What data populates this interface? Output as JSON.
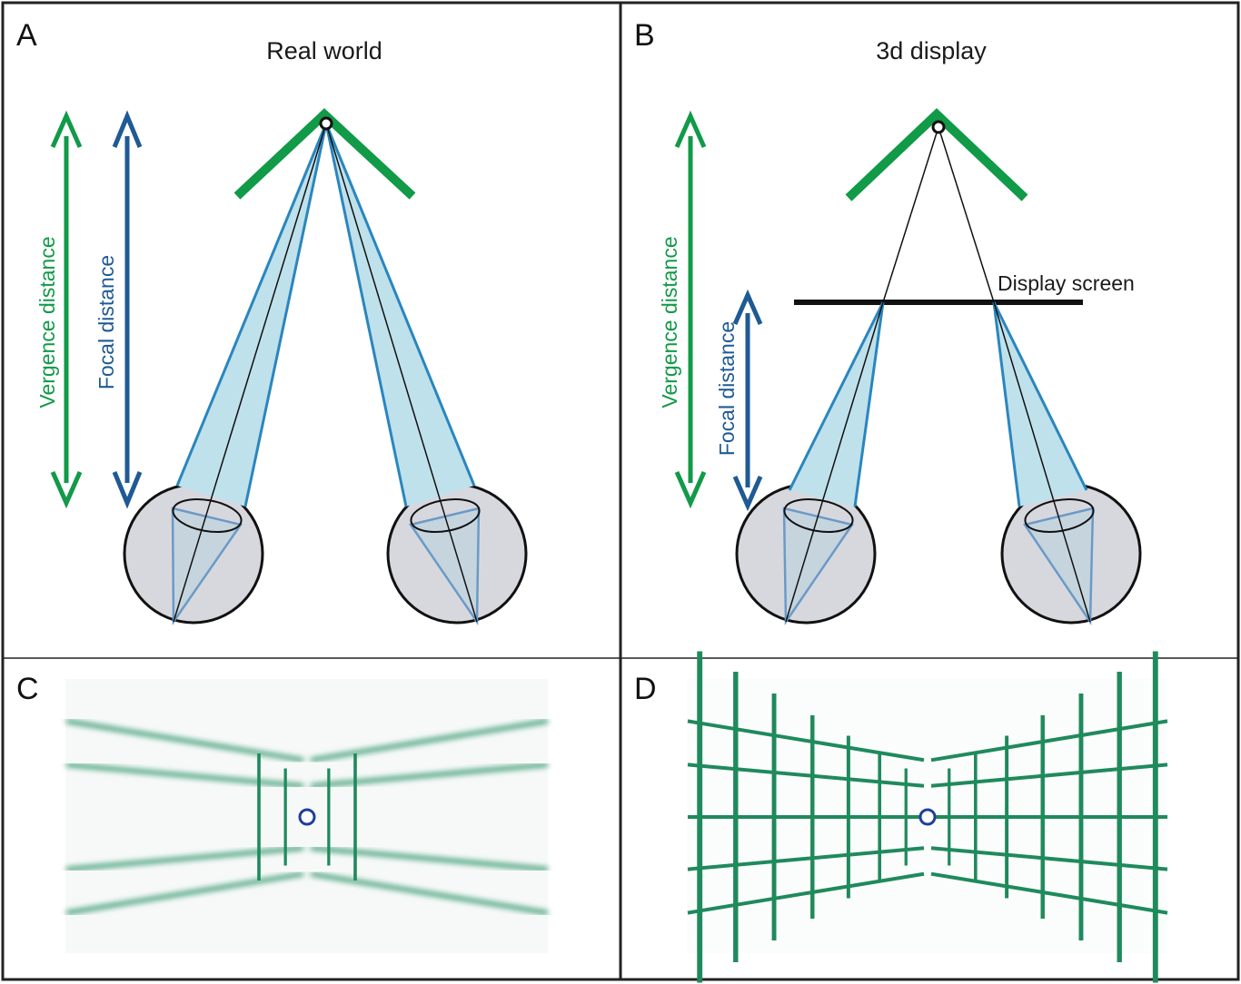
{
  "panels": {
    "a": {
      "letter": "A",
      "title": "Real world",
      "vergence_label": "Vergence distance",
      "focal_label": "Focal distance"
    },
    "b": {
      "letter": "B",
      "title": "3d display",
      "vergence_label": "Vergence distance",
      "focal_label": "Focal distance",
      "screen_label": "Display screen"
    },
    "c": {
      "letter": "C"
    },
    "d": {
      "letter": "D"
    }
  },
  "colors": {
    "vergence_green": "#119a47",
    "focal_blue": "#1f5a94",
    "ray_blue": "#2a86bd",
    "cone_fill": "#bfe1ec",
    "eye_fill": "#d7d8de",
    "grid_green": "#1f8a5c",
    "fixation_blue": "#1d3f9c"
  },
  "icons": {
    "fixation": "fixation-ring-icon",
    "arrow": "double-headed-arrow-icon"
  }
}
